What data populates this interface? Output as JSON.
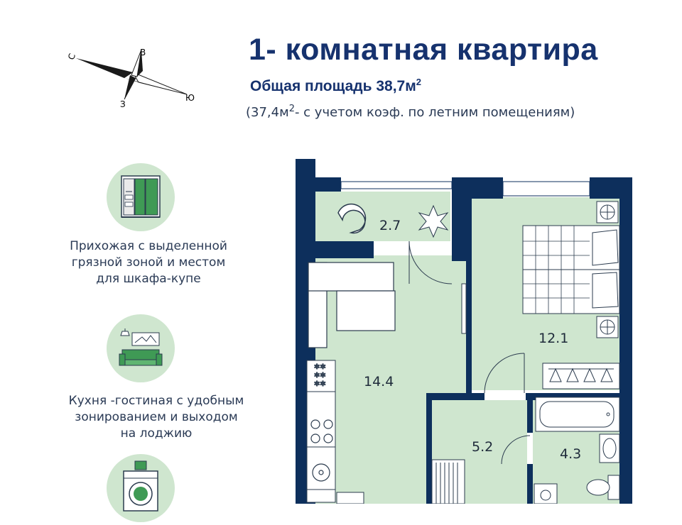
{
  "header": {
    "title": "1- комнатная квартира",
    "area_label": "Общая площадь 38,7м",
    "area_sup": "2",
    "note_prefix": "(37,4м",
    "note_sup": "2",
    "note_suffix": "- с учетом коэф. по летним помещениям)"
  },
  "compass": {
    "north": "С",
    "east": "В",
    "south": "Ю",
    "west": "З"
  },
  "features": [
    {
      "icon": "wardrobe-icon",
      "lines": [
        "Прихожая с выделенной",
        "грязной зоной  и местом",
        "для шкафа-купе"
      ]
    },
    {
      "icon": "sofa-icon",
      "lines": [
        "Кухня -гостиная с удобным",
        "зонированием и выходом",
        "на лоджию"
      ]
    },
    {
      "icon": "washing-machine-icon",
      "lines": []
    }
  ],
  "plan": {
    "rooms": [
      {
        "name": "loggia",
        "area": "2.7"
      },
      {
        "name": "bedroom",
        "area": "12.1"
      },
      {
        "name": "kitchen-living",
        "area": "14.4"
      },
      {
        "name": "hallway",
        "area": "5.2"
      },
      {
        "name": "bathroom",
        "area": "4.3"
      }
    ]
  },
  "colors": {
    "brand": "#16326e",
    "wall": "#0d2f5c",
    "floor": "#cfe6cf",
    "icon_green": "#3f9a55"
  }
}
